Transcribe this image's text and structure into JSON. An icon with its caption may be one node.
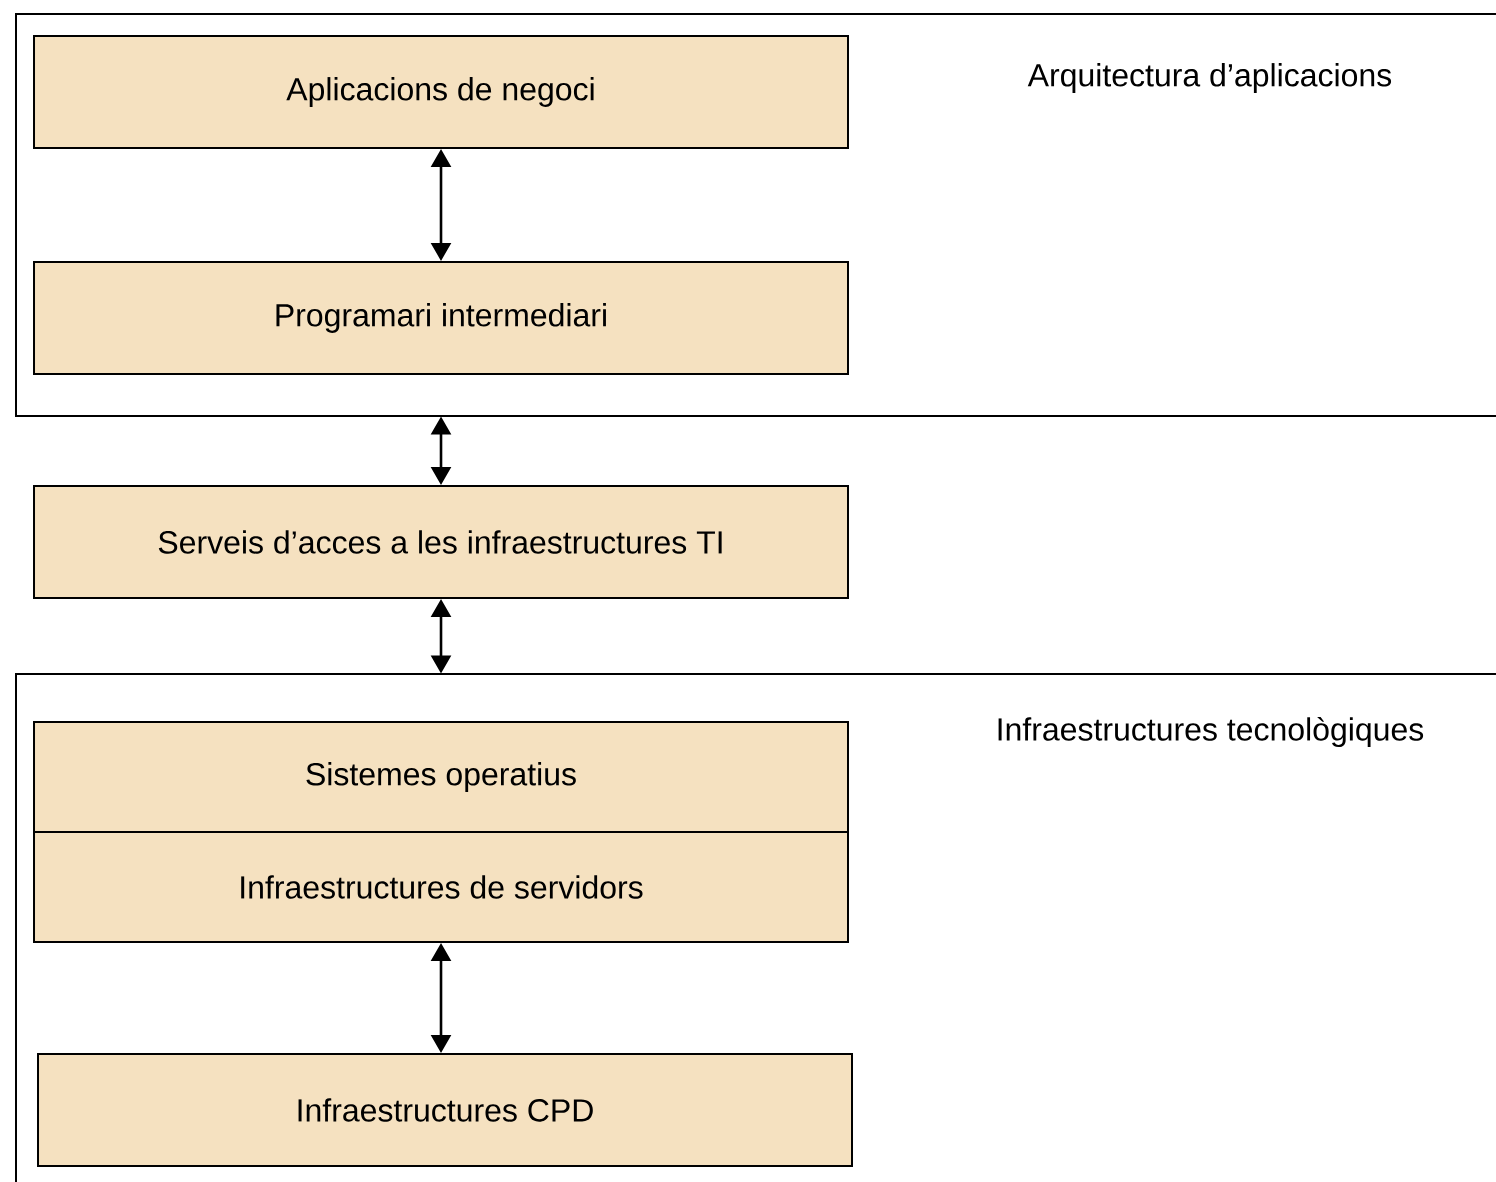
{
  "diagram": {
    "nodes": [
      {
        "text": [
          "Arquitectura d’aplicacions"
        ]
      },
      {
        "text": [
          "Aplicacions de negoci"
        ],
        "in": 0
      },
      {
        "text": [
          "Programari intermediari"
        ],
        "in": 0
      },
      {
        "text": [
          "Serveis d’acces a les infraestructures TI"
        ]
      },
      {
        "text": [
          "Infraestructures tecnològiques"
        ]
      },
      {
        "text": [
          "Sistemes operatius"
        ],
        "in": 4
      },
      {
        "text": [
          "Infraestructures de servidors"
        ],
        "in": 4
      },
      {
        "text": [
          "Infraestructures CPD"
        ],
        "in": 4
      }
    ],
    "edges": [
      {
        "from": 1,
        "to": 2,
        "arrow": "both"
      },
      {
        "from": 0,
        "to": 3,
        "arrow": "both"
      },
      {
        "from": 3,
        "to": 4,
        "arrow": "both"
      },
      {
        "from": 6,
        "to": 7,
        "arrow": "both"
      }
    ]
  }
}
